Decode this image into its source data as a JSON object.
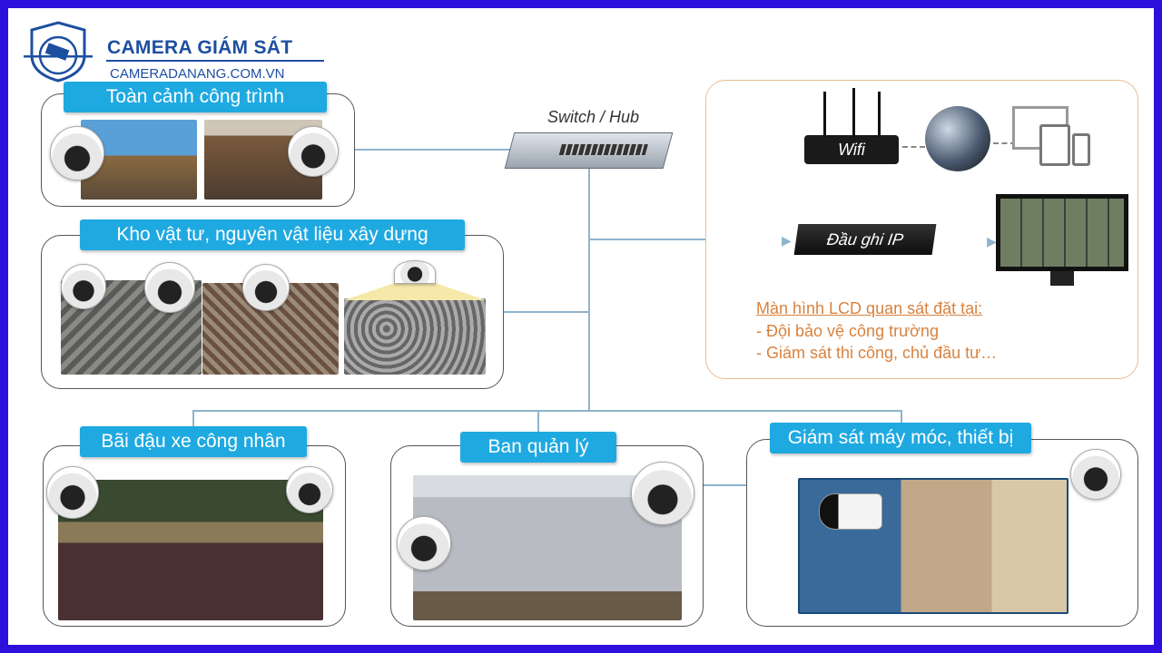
{
  "logo": {
    "title": "CAMERA GIÁM SÁT",
    "subtitle": "CAMERADANANG.COM.VN"
  },
  "network": {
    "switch_label": "Switch / Hub",
    "wifi_label": "Wifi",
    "nvr_label": "Đầu ghi IP"
  },
  "lcd_note": {
    "title": "Màn hình LCD quan sát đặt tại:",
    "items": [
      "- Đội bảo vệ công trường",
      "- Giám sát thi công, chủ đầu tư…"
    ]
  },
  "zones": [
    {
      "label": "Toàn cảnh công trình"
    },
    {
      "label": "Kho vật tư, nguyên vật liệu xây dựng"
    },
    {
      "label": "Bãi đậu xe công nhân"
    },
    {
      "label": "Ban quản lý"
    },
    {
      "label": "Giám sát máy móc, thiết bị"
    }
  ],
  "colors": {
    "frame": "#2e10dc",
    "pill": "#1fa9e1",
    "note": "#d9823e",
    "line": "#8fb4cc"
  }
}
